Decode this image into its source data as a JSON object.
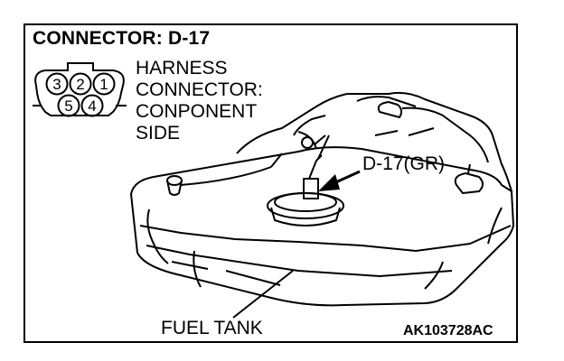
{
  "title": "CONNECTOR: D-17",
  "harness_label": [
    "HARNESS",
    "CONNECTOR:",
    "CONPONENT",
    "SIDE"
  ],
  "connector_pins": {
    "top_row": [
      "3",
      "2",
      "1"
    ],
    "bottom_row": [
      "5",
      "4"
    ]
  },
  "callout_label": "D-17(GR)",
  "component_label": "FUEL TANK",
  "figure_code": "AK103728AC"
}
